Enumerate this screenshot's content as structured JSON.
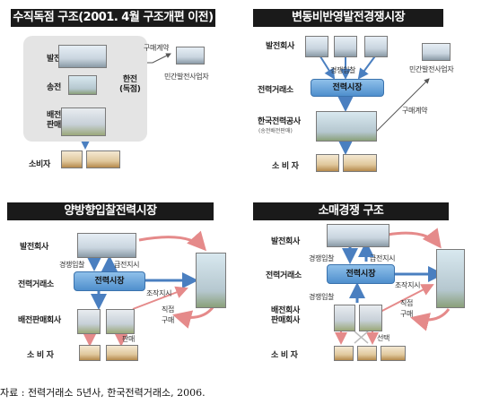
{
  "panel1": {
    "title": "수직독점 구조(2001. 4월 구조개편 이전)",
    "gen": "발전",
    "trans": "송전",
    "dist_line1": "배전",
    "dist_line2": "판매",
    "kepco_line1": "한전",
    "kepco_line2": "(독점)",
    "purchase": "구매계약",
    "ipp": "민간발전사업자",
    "consumer": "소비자"
  },
  "panel2": {
    "title": "변동비반영발전경쟁시장",
    "gencos": "발전회사",
    "bidding": "경쟁입찰",
    "exchange": "전력거래소",
    "market": "전력시장",
    "kepco": "한국전력공사",
    "kepco_sub": "(송전배전판매)",
    "purchase": "구매계약",
    "ipp": "민간발전사업자",
    "consumer": "소 비 자"
  },
  "panel3": {
    "title": "양방향입찰전력시장",
    "gencos": "발전회사",
    "bidding": "경쟁입찰",
    "dispatch": "급전지시",
    "exchange": "전력거래소",
    "market": "전력시장",
    "control": "조작지시",
    "direct": "직접",
    "buy": "구매",
    "distco": "배전판매회사",
    "sell": "판매",
    "consumer": "소 비 자"
  },
  "panel4": {
    "title": "소매경쟁 구조",
    "gencos": "발전회사",
    "bidding_top": "경쟁입찰",
    "dispatch": "급전지시",
    "exchange": "전력거래소",
    "market": "전력시장",
    "control": "조작지시",
    "bidding_bottom": "경쟁입찰",
    "direct": "직접",
    "buy": "구매",
    "distco_line1": "배전회사",
    "distco_line2": "판매회사",
    "choice": "선택",
    "consumer": "소 비 자"
  },
  "footer": "자료 : 전력거래소 5년사, 한국전력거래소, 2006.",
  "colors": {
    "arrow_blue": "#4a7fc0",
    "arrow_pink": "#e58a8a",
    "market_blue": "#6fa6dc",
    "title_bg": "#1a1a1a"
  }
}
